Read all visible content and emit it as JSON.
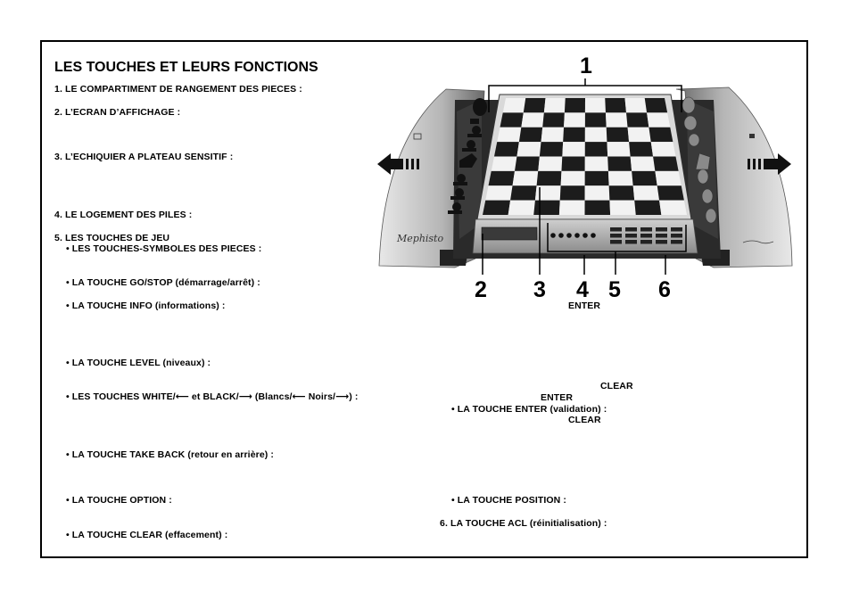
{
  "heading": "LES TOUCHES ET LEURS FONCTIONS",
  "items": {
    "i1": "1. LE COMPARTIMENT DE RANGEMENT DES PIECES :",
    "i2": "2. L’ECRAN D’AFFICHAGE :",
    "i3": "3. L’ECHIQUIER A PLATEAU SENSITIF :",
    "i4": "4. LE LOGEMENT DES PILES :",
    "i5": "5. LES TOUCHES DE JEU",
    "b_symbols": "• LES TOUCHES-SYMBOLES DES PIECES :",
    "b_gostop": "• LA TOUCHE GO/STOP (démarrage/arrêt) :",
    "b_info": "• LA TOUCHE INFO (informations) :",
    "b_level": "• LA TOUCHE LEVEL (niveaux) :",
    "b_whiteblack": "• LES TOUCHES WHITE/⟵ et BLACK/⟶ (Blancs/⟵     Noirs/⟶) :",
    "b_takeback": "• LA TOUCHE TAKE BACK (retour en arrière) :",
    "b_option": "• LA TOUCHE OPTION :",
    "b_clear": "• LA TOUCHE CLEAR (effacement) :",
    "b_enter": "• LA TOUCHE ENTER (validation) :",
    "b_position": "• LA TOUCHE POSITION :",
    "i6": "6. LA TOUCHE ACL (réinitialisation) :"
  },
  "keywords": {
    "enter_1": "ENTER",
    "clear_1": "CLEAR",
    "enter_2": "ENTER",
    "clear_2": "CLEAR"
  },
  "callouts": [
    "1",
    "2",
    "3",
    "4",
    "5",
    "6"
  ],
  "brand": "Mephisto",
  "icons": [
    "arrow-left-icon",
    "arrow-right-icon"
  ]
}
